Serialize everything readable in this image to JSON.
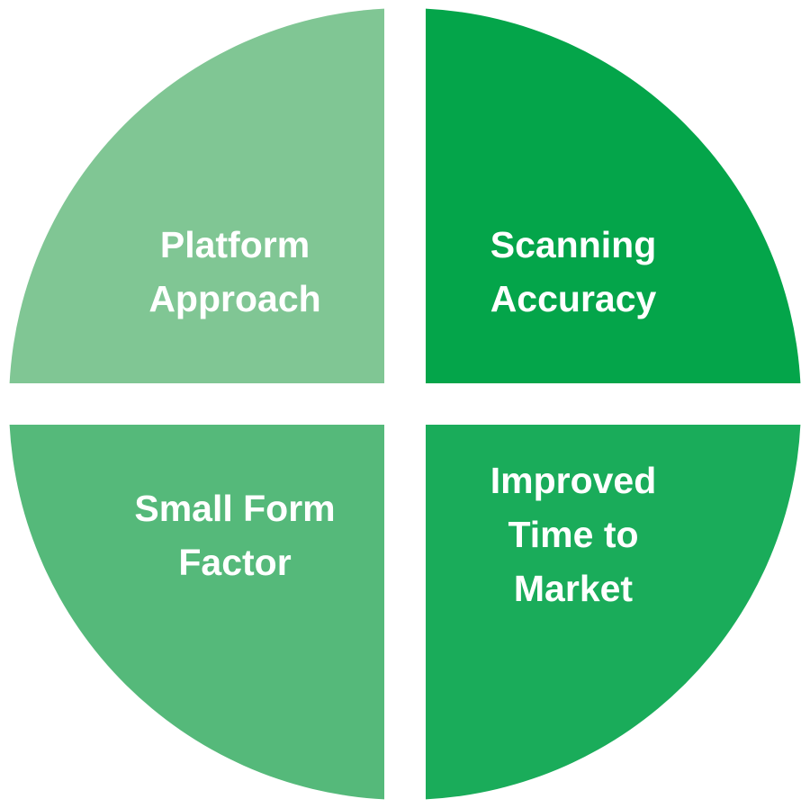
{
  "diagram": {
    "quadrants": [
      {
        "id": "top-left",
        "lines": [
          "Platform",
          "Approach"
        ],
        "color": "#80c694"
      },
      {
        "id": "top-right",
        "lines": [
          "Scanning",
          "Accuracy"
        ],
        "color": "#04a54a"
      },
      {
        "id": "bottom-left",
        "lines": [
          "Small Form",
          "Factor"
        ],
        "color": "#55b97a"
      },
      {
        "id": "bottom-right",
        "lines": [
          "Improved",
          "Time to",
          "Market"
        ],
        "color": "#1aac5a"
      }
    ],
    "background": "#ffffff"
  }
}
